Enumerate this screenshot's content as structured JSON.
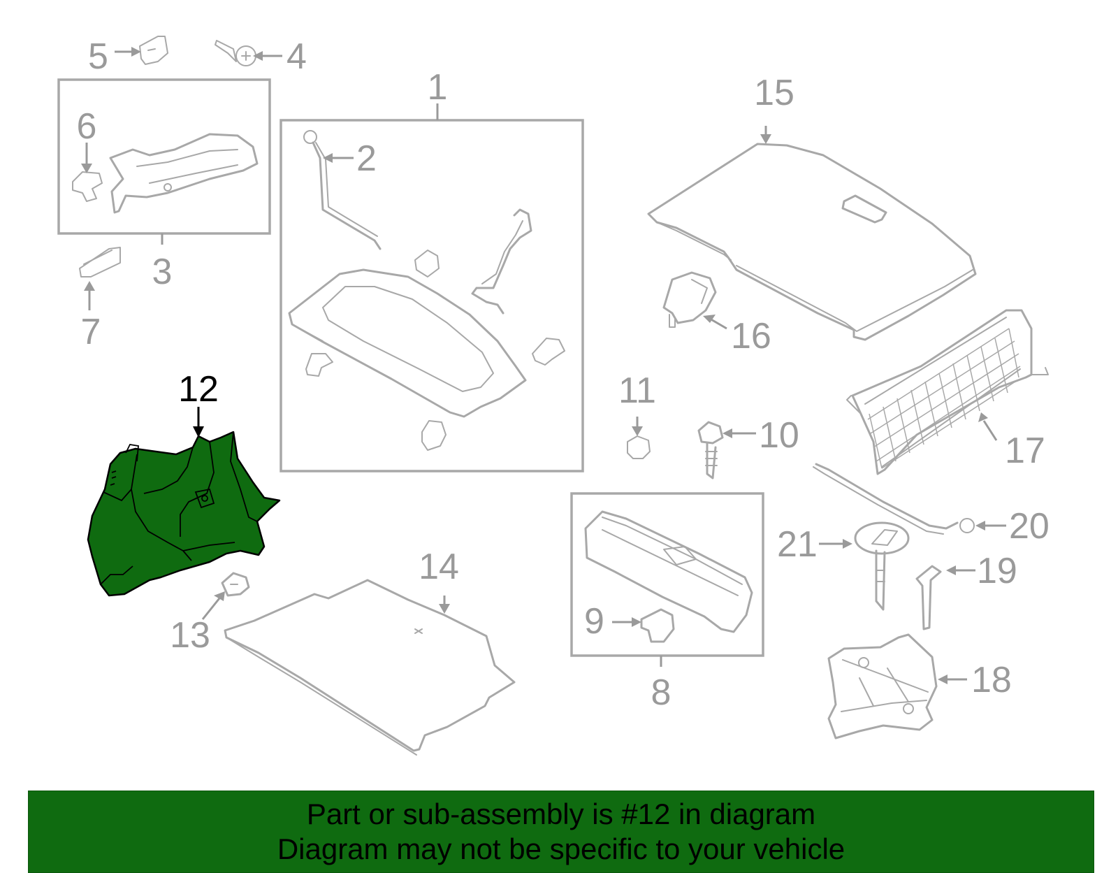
{
  "callouts": {
    "c1": "1",
    "c2": "2",
    "c3": "3",
    "c4": "4",
    "c5": "5",
    "c6": "6",
    "c7": "7",
    "c8": "8",
    "c9": "9",
    "c10": "10",
    "c11": "11",
    "c12": "12",
    "c13": "13",
    "c14": "14",
    "c15": "15",
    "c16": "16",
    "c17": "17",
    "c18": "18",
    "c19": "19",
    "c20": "20",
    "c21": "21"
  },
  "highlighted_part": "12",
  "colors": {
    "highlight_fill": "#0f6b10",
    "banner": "#0f6b10",
    "line_art": "#a8a8a8",
    "callout_text": "#9a9a9a"
  },
  "caption": {
    "line1": "Part or sub-assembly is #12 in diagram",
    "line2": "Diagram may not be specific to your vehicle"
  }
}
